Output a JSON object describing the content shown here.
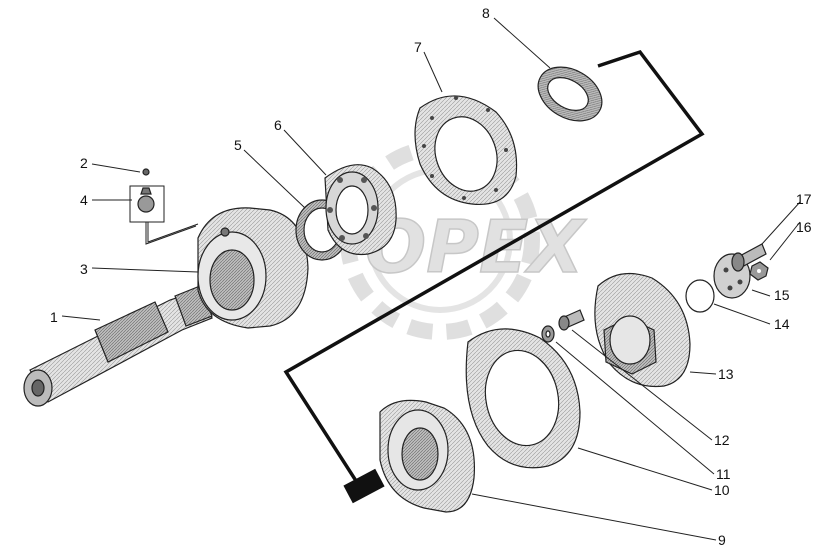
{
  "watermark": {
    "text": "OPEX",
    "color": "#c9c9c9"
  },
  "colors": {
    "line": "#222222",
    "shade": "#dcdcdc",
    "dark": "#555555"
  },
  "labels": {
    "p1": "1",
    "p2": "2",
    "p3": "3",
    "p4": "4",
    "p5": "5",
    "p6": "6",
    "p7": "7",
    "p8": "8",
    "p9": "9",
    "p10": "10",
    "p11": "11",
    "p12": "12",
    "p13": "13",
    "p14": "14",
    "p15": "15",
    "p16": "16",
    "p17": "17"
  }
}
